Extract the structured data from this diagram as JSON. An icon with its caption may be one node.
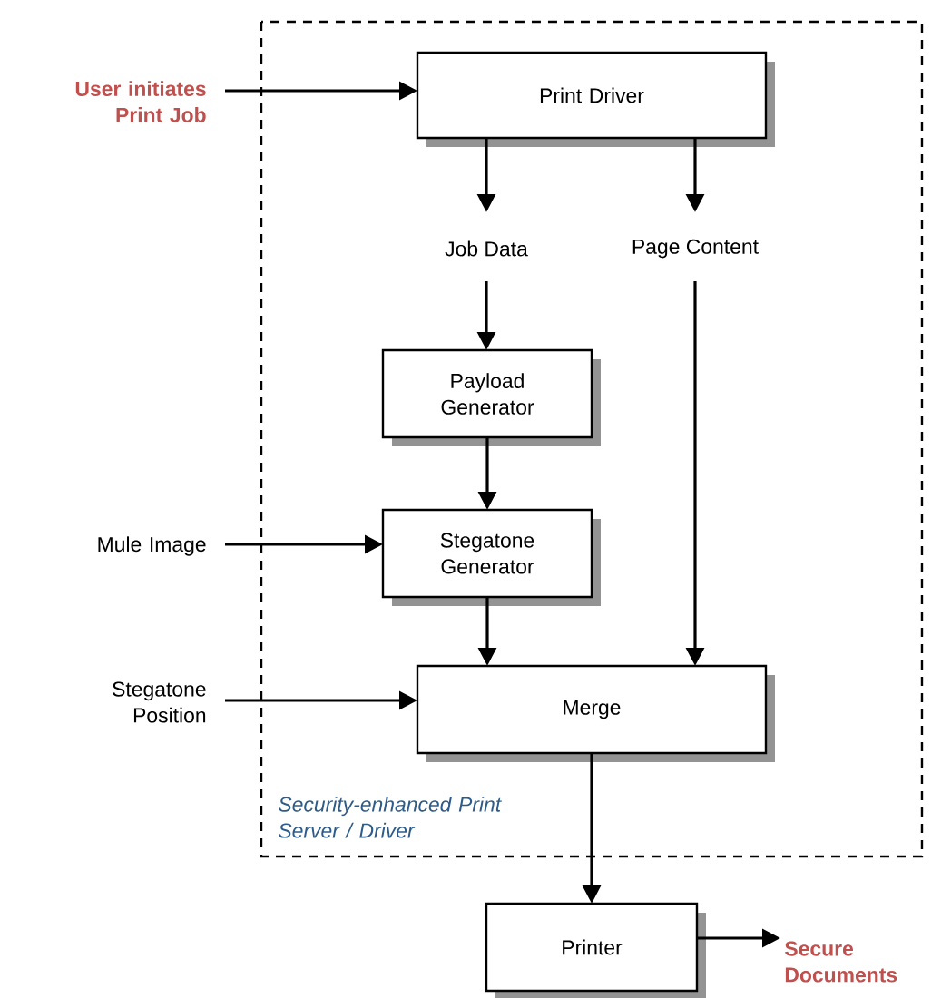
{
  "diagram": {
    "nodes": [
      {
        "text": [
          "Security-enhanced Print Server / Driver"
        ]
      },
      {
        "text": [
          "User initiates Print Job"
        ]
      },
      {
        "text": [
          "Print Driver"
        ],
        "in": 0
      },
      {
        "text": [
          "Job Data"
        ],
        "in": 0
      },
      {
        "text": [
          "Page Content"
        ],
        "in": 0
      },
      {
        "text": [
          "Payload Generator"
        ],
        "in": 0
      },
      {
        "text": [
          "Mule Image"
        ]
      },
      {
        "text": [
          "Stegatone Generator"
        ],
        "in": 0
      },
      {
        "text": [
          "Stegatone Position"
        ]
      },
      {
        "text": [
          "Merge"
        ],
        "in": 0
      },
      {
        "text": [
          "Printer"
        ]
      },
      {
        "text": [
          "Secure Documents"
        ]
      }
    ],
    "edges": [
      {
        "from": 1,
        "to": 2,
        "arrow": "to"
      },
      {
        "from": 2,
        "to": 3,
        "arrow": "to"
      },
      {
        "from": 2,
        "to": 4,
        "arrow": "to"
      },
      {
        "from": 3,
        "to": 5,
        "arrow": "to"
      },
      {
        "from": 5,
        "to": 7,
        "arrow": "to"
      },
      {
        "from": 6,
        "to": 7,
        "arrow": "to"
      },
      {
        "from": 7,
        "to": 9,
        "arrow": "to"
      },
      {
        "from": 4,
        "to": 9,
        "arrow": "to"
      },
      {
        "from": 8,
        "to": 9,
        "arrow": "to"
      },
      {
        "from": 9,
        "to": 10,
        "arrow": "to"
      },
      {
        "from": 10,
        "to": 11,
        "arrow": "to"
      }
    ]
  }
}
